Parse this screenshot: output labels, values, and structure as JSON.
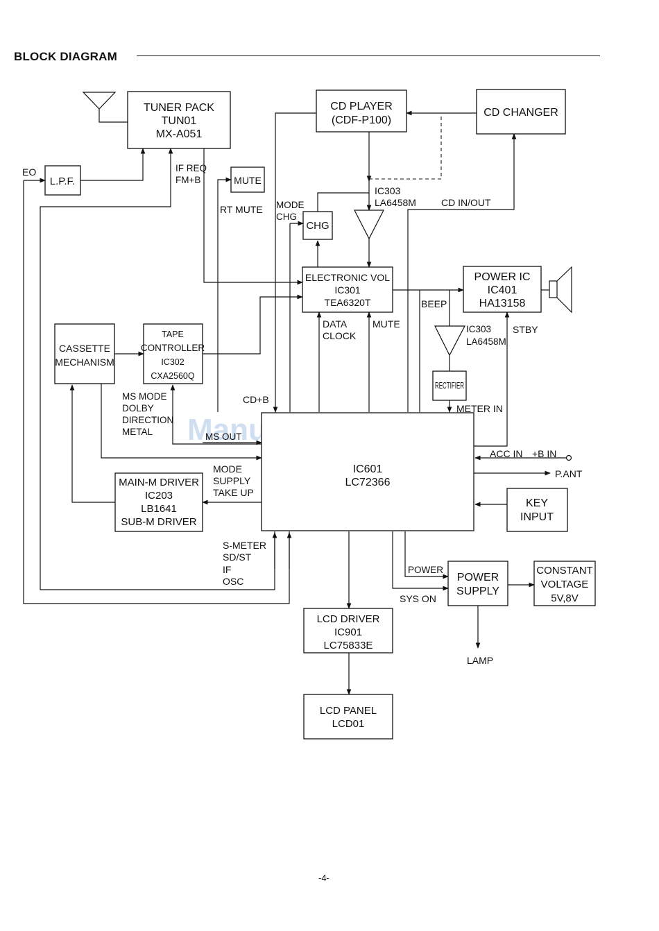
{
  "header": {
    "title": "BLOCK DIAGRAM"
  },
  "blocks": {
    "tuner": [
      "TUNER PACK",
      "TUN01",
      "MX-A051"
    ],
    "cd_player": [
      "CD PLAYER",
      "(CDF-P100)"
    ],
    "cd_changer": "CD CHANGER",
    "lpf": "L.P.F.",
    "mute": "MUTE",
    "chg": "CHG",
    "evol": [
      "ELECTRONIC VOL",
      "IC301",
      "TEA6320T"
    ],
    "power_ic": [
      "POWER IC",
      "IC401",
      "HA13158"
    ],
    "cassette": [
      "CASSETTE",
      "MECHANISM"
    ],
    "tape": [
      "TAPE",
      "CONTROLLER",
      "IC302",
      "CXA2560Q"
    ],
    "rectifier": "RECTIFIER",
    "ic601": [
      "IC601",
      "LC72366"
    ],
    "key_input": [
      "KEY",
      "INPUT"
    ],
    "main_m": [
      "MAIN-M DRIVER",
      "IC203",
      "LB1641",
      "SUB-M DRIVER"
    ],
    "power_supply": [
      "POWER",
      "SUPPLY"
    ],
    "constant_voltage": [
      "CONSTANT",
      "VOLTAGE",
      "5V,8V"
    ],
    "lcd_driver": [
      "LCD DRIVER",
      "IC901",
      "LC75833E"
    ],
    "lcd_panel": [
      "LCD PANEL",
      "LCD01"
    ]
  },
  "labels": {
    "eo": "EO",
    "if_req": [
      "IF REQ",
      "FM+B"
    ],
    "rt_mute": "RT MUTE",
    "mode_chg": [
      "MODE",
      "CHG"
    ],
    "ic303_top": [
      "IC303",
      "LA6458M"
    ],
    "cd_in_out": "CD IN/OUT",
    "beep": "BEEP",
    "ic303_right": [
      "IC303",
      "LA6458M"
    ],
    "stby": "STBY",
    "data_clock": [
      "DATA",
      "CLOCK"
    ],
    "mute_line": "MUTE",
    "cd_b": "CD+B",
    "ms_group": [
      "MS MODE",
      "DOLBY",
      "DIRECTION",
      "METAL"
    ],
    "ms_out": "MS OUT",
    "meter_in": "METER IN",
    "acc_in": "ACC IN",
    "b_in": "+B IN",
    "p_ant": "P.ANT",
    "mode_group": [
      "MODE",
      "SUPPLY",
      "TAKE UP"
    ],
    "smeter_group": [
      "S-METER",
      "SD/ST",
      "IF",
      "OSC"
    ],
    "power_line": "POWER",
    "sys_on": "SYS ON",
    "lamp": "LAMP"
  },
  "watermark": "ManualsLib.com",
  "footer": {
    "page": "-4-"
  }
}
